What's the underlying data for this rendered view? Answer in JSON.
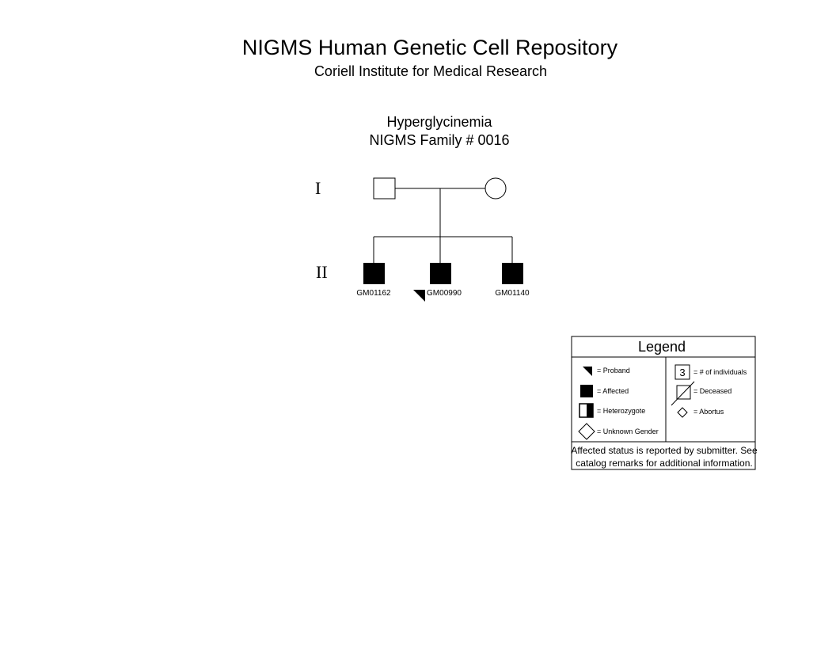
{
  "header": {
    "title": "NIGMS Human Genetic Cell Repository",
    "subtitle": "Coriell Institute for Medical Research"
  },
  "diagram": {
    "title": "Hyperglycinemia",
    "family": "NIGMS Family # 0016",
    "generations": [
      "I",
      "II"
    ],
    "individuals": {
      "gen1_father": {
        "sex": "male",
        "status": "unaffected"
      },
      "gen1_mother": {
        "sex": "female",
        "status": "unaffected"
      },
      "gen2_child1": {
        "id": "GM01162",
        "sex": "male",
        "status": "affected"
      },
      "gen2_child2": {
        "id": "GM00990",
        "sex": "male",
        "status": "affected",
        "proband": true
      },
      "gen2_child3": {
        "id": "GM01140",
        "sex": "male",
        "status": "affected"
      }
    }
  },
  "legend": {
    "title": "Legend",
    "proband": "= Proband",
    "affected": "= Affected",
    "heterozygote": "= Heterozygote",
    "unknown_gender": "= Unknown Gender",
    "individuals_number": "3",
    "individuals": "= # of individuals",
    "deceased": "= Deceased",
    "abortus": "= Abortus",
    "note_line1": "Affected status is reported by submitter. See",
    "note_line2": "catalog remarks for additional information."
  }
}
